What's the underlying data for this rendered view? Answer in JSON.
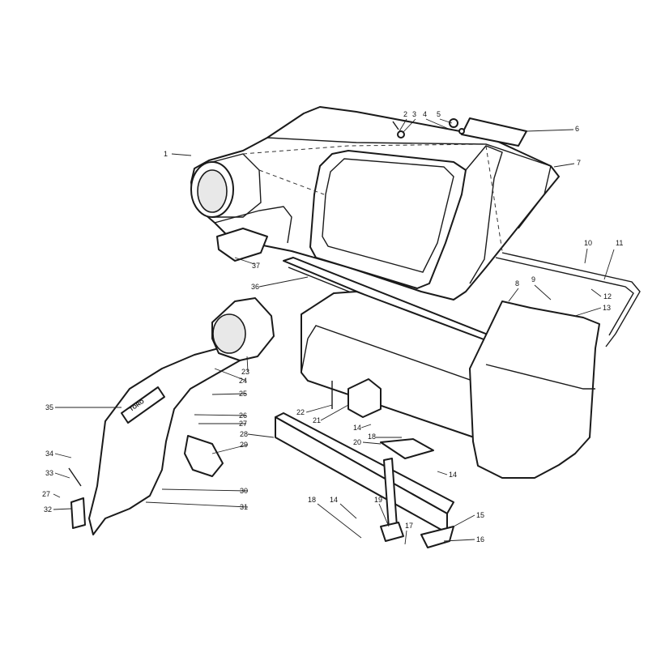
{
  "brand_decal": "TORO",
  "colors": {
    "ink": "#1a1a1a",
    "paper": "#ffffff"
  },
  "callouts": [
    {
      "id": "c1",
      "label": "1"
    },
    {
      "id": "c2",
      "label": "2"
    },
    {
      "id": "c3",
      "label": "3"
    },
    {
      "id": "c4",
      "label": "4"
    },
    {
      "id": "c5",
      "label": "5"
    },
    {
      "id": "c6",
      "label": "6"
    },
    {
      "id": "c7",
      "label": "7"
    },
    {
      "id": "c8",
      "label": "8"
    },
    {
      "id": "c9",
      "label": "9"
    },
    {
      "id": "c10",
      "label": "10"
    },
    {
      "id": "c11",
      "label": "11"
    },
    {
      "id": "c12",
      "label": "12"
    },
    {
      "id": "c13",
      "label": "13"
    },
    {
      "id": "c14a",
      "label": "14"
    },
    {
      "id": "c14b",
      "label": "14"
    },
    {
      "id": "c14c",
      "label": "14"
    },
    {
      "id": "c15",
      "label": "15"
    },
    {
      "id": "c16",
      "label": "16"
    },
    {
      "id": "c17",
      "label": "17"
    },
    {
      "id": "c18a",
      "label": "18"
    },
    {
      "id": "c18b",
      "label": "18"
    },
    {
      "id": "c19",
      "label": "19"
    },
    {
      "id": "c20",
      "label": "20"
    },
    {
      "id": "c21",
      "label": "21"
    },
    {
      "id": "c22",
      "label": "22"
    },
    {
      "id": "c23",
      "label": "23"
    },
    {
      "id": "c24",
      "label": "24"
    },
    {
      "id": "c25",
      "label": "25"
    },
    {
      "id": "c26",
      "label": "26"
    },
    {
      "id": "c27a",
      "label": "27"
    },
    {
      "id": "c27b",
      "label": "27"
    },
    {
      "id": "c28",
      "label": "28"
    },
    {
      "id": "c29",
      "label": "29"
    },
    {
      "id": "c30",
      "label": "30"
    },
    {
      "id": "c31",
      "label": "31"
    },
    {
      "id": "c32",
      "label": "32"
    },
    {
      "id": "c33",
      "label": "33"
    },
    {
      "id": "c34",
      "label": "34"
    },
    {
      "id": "c35",
      "label": "35"
    },
    {
      "id": "c36",
      "label": "36"
    },
    {
      "id": "c37",
      "label": "37"
    }
  ]
}
